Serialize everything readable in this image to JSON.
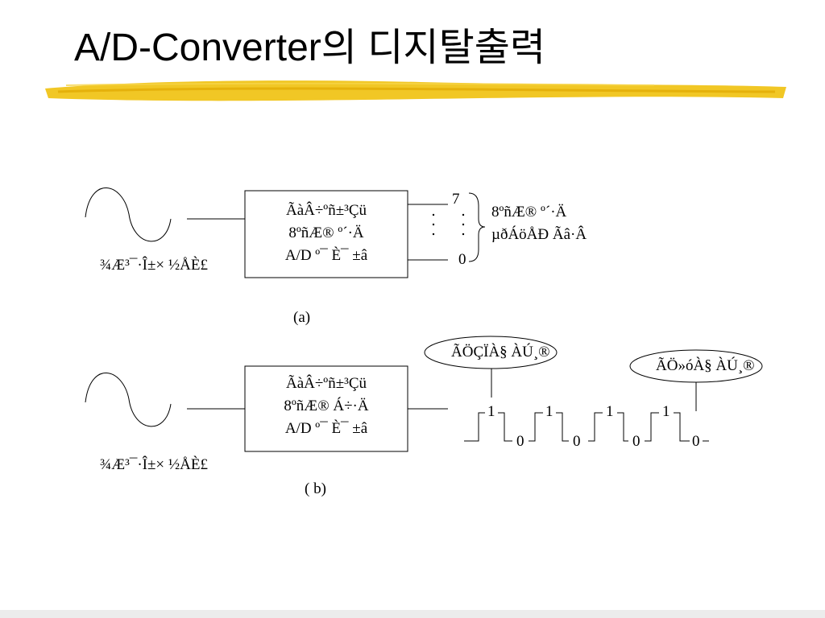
{
  "title": "A/D-Converter의 디지탈출력",
  "colors": {
    "highlight": "#f0c419",
    "highlight_dark": "#e0a800",
    "line": "#000000"
  },
  "panel_a": {
    "box_lines": [
      "ÃàÂ÷ºñ±³Çü",
      "8ºñÆ® º´·Ä",
      "A/D º¯ È¯ ±â"
    ],
    "input_label": "¾Æ³¯·Î±× ½ÅÈ£",
    "top_bit": "7",
    "bottom_bit": "0",
    "output_lines": [
      "8ºñÆ® º´·Ä",
      "µðÁöÅÐ Ãâ·Â"
    ],
    "caption": "(a)"
  },
  "panel_b": {
    "box_lines": [
      "ÃàÂ÷ºñ±³Çü",
      "8ºñÆ® Á÷·Ä",
      "A/D º¯ È¯ ±â"
    ],
    "input_label": "¾Æ³¯·Î±× ½ÅÈ£",
    "callout_msb": "ÃÖÇÏÀ§ ÀÚ¸®",
    "callout_lsb": "ÃÖ»óÀ§ ÀÚ¸®",
    "bits_high": [
      "1",
      "1",
      "1",
      "1"
    ],
    "bits_low": [
      "0",
      "0",
      "0",
      "0"
    ],
    "caption": "( b)"
  }
}
